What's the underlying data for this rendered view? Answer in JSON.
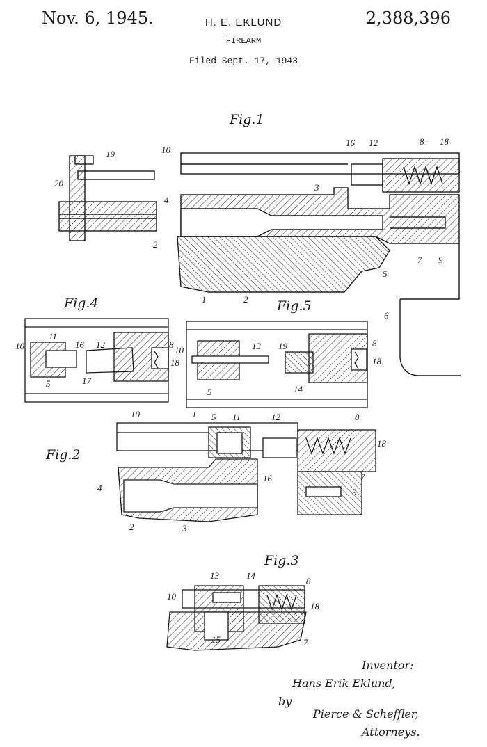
{
  "header": {
    "date": "Nov. 6, 1945.",
    "inventor_name": "H. E. EKLUND",
    "patent_number": "2,388,396",
    "subject": "FIREARM",
    "filed": "Filed Sept. 17, 1943"
  },
  "figures": {
    "fig1": "Fig.1",
    "fig2": "Fig.2",
    "fig3": "Fig.3",
    "fig4": "Fig.4",
    "fig5": "Fig.5"
  },
  "refs": {
    "fig1": [
      "19",
      "10",
      "16",
      "12",
      "8",
      "18",
      "20",
      "3",
      "4",
      "2",
      "7",
      "9",
      "5",
      "1",
      "2",
      "6"
    ],
    "fig4": [
      "11",
      "16",
      "12",
      "8",
      "10",
      "18",
      "5",
      "17"
    ],
    "fig5": [
      "13",
      "19",
      "8",
      "10",
      "18",
      "14",
      "5",
      "1"
    ],
    "fig2": [
      "10",
      "5",
      "11",
      "12",
      "8",
      "18",
      "7",
      "16",
      "4",
      "9",
      "2",
      "3"
    ],
    "fig3": [
      "13",
      "14",
      "8",
      "10",
      "18",
      "15",
      "7"
    ]
  },
  "signature": {
    "inventor_label": "Inventor:",
    "inventor_signature": "Hans Erik Eklund,",
    "by": "by",
    "attorney_signature": "Pierce & Scheffler,",
    "attorneys_label": "Attorneys."
  }
}
